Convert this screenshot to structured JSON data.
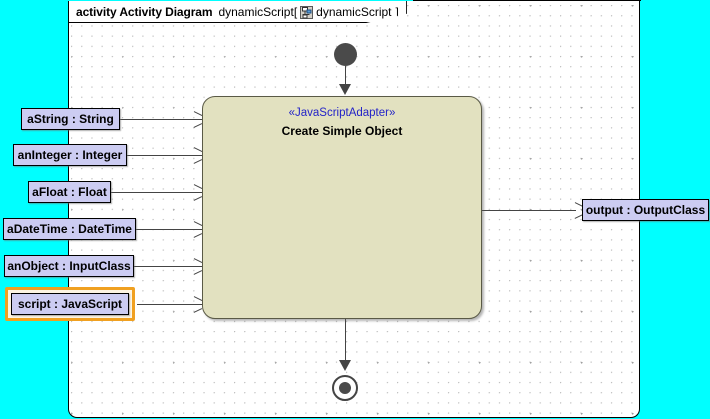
{
  "frame": {
    "keyword": "activity Activity Diagram",
    "name": "dynamicScript",
    "bracket_open": "[",
    "bracket_close": "]",
    "context_icon": "activity-diagram-icon",
    "context_name": "dynamicScript",
    "background_color": "#ffffff",
    "outside_color": "#00ffff"
  },
  "action": {
    "stereotype": "«JavaScriptAdapter»",
    "name": "Create Simple Object",
    "fill_color": "#e2e1c0",
    "stereotype_color": "#2323c8"
  },
  "nodes": {
    "initial": "initial-node",
    "final": "activity-final-node"
  },
  "input_pins": [
    {
      "label": "aString : String"
    },
    {
      "label": "anInteger : Integer"
    },
    {
      "label": "aFloat : Float"
    },
    {
      "label": "aDateTime : DateTime"
    },
    {
      "label": "anObject : InputClass"
    },
    {
      "label": "script : JavaScript",
      "selected": true
    }
  ],
  "output_pins": [
    {
      "label": "output : OutputClass"
    }
  ],
  "colors": {
    "pin_fill": "#ccccf2",
    "selection_border": "#f0a020",
    "selection_fill": "#fdf4e2",
    "connector": "#444444"
  }
}
